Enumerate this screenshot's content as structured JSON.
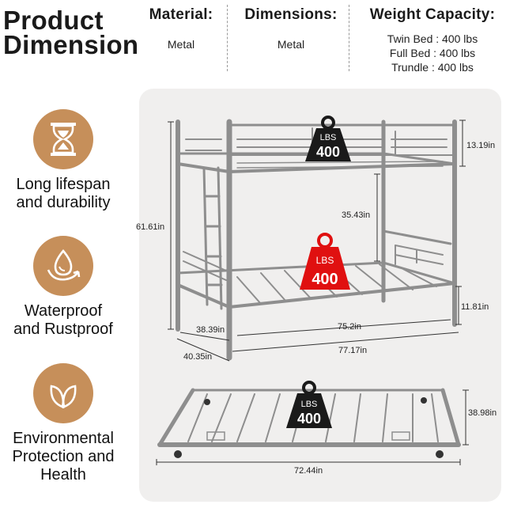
{
  "header": {
    "title_line1": "Product",
    "title_line2": "Dimension",
    "material": {
      "label": "Material:",
      "value": "Metal"
    },
    "dimensions": {
      "label": "Dimensions:",
      "value": "Metal"
    },
    "weight": {
      "label": "Weight Capacity:",
      "lines": [
        "Twin Bed : 400 lbs",
        "Full Bed : 400 lbs",
        "Trundle : 400 lbs"
      ]
    }
  },
  "features": [
    {
      "icon": "hourglass-icon",
      "line1": "Long lifespan",
      "line2": "and durability",
      "line3": ""
    },
    {
      "icon": "water-drop-icon",
      "line1": "Waterproof",
      "line2": "and Rustproof",
      "line3": ""
    },
    {
      "icon": "leaf-icon",
      "line1": "Environmental",
      "line2": "Protection and",
      "line3": "Health"
    }
  ],
  "badges": {
    "top": {
      "unit": "LBS",
      "value": "400",
      "color": "#1a1a1a"
    },
    "middle": {
      "unit": "LBS",
      "value": "400",
      "color": "#e01010"
    },
    "trundle": {
      "unit": "LBS",
      "value": "400",
      "color": "#1a1a1a"
    }
  },
  "measurements": {
    "guardrail_height": "13.19in",
    "total_height": "61.61in",
    "bunk_gap": "35.43in",
    "leg_clearance": "11.81in",
    "width_inner": "38.39in",
    "width_outer": "40.35in",
    "length_inner": "75.2in",
    "length_outer": "77.17in",
    "trundle_width": "38.98in",
    "trundle_length": "72.44in"
  },
  "colors": {
    "accent": "#c68f5a",
    "frame": "#8e8e8e",
    "panel": "#f0efee"
  }
}
